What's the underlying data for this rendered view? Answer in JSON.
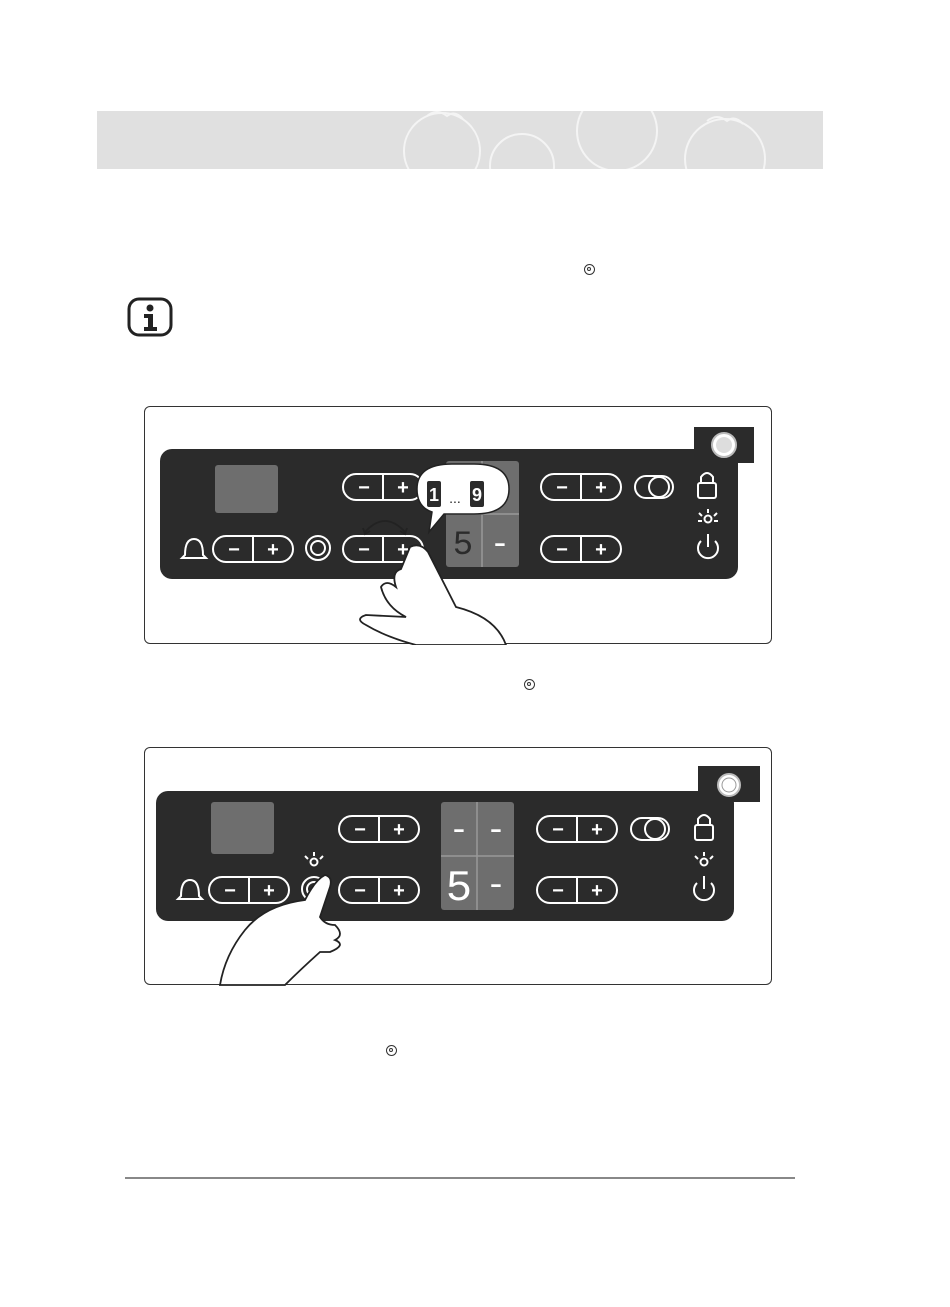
{
  "header": {
    "title": ""
  },
  "symbols": {
    "boost_symbol_1": "◎",
    "boost_symbol_2": "◎",
    "boost_symbol_3": "◎"
  },
  "icons": [
    "info-icon",
    "bell-icon",
    "boost-icon",
    "lock-icon",
    "power-icon",
    "light-indicator-icon",
    "toggle-icon",
    "pointing-hand-icon"
  ],
  "figure1": {
    "level_bubble": {
      "from": "1",
      "sep": "...",
      "to": "9"
    },
    "zone_display": {
      "top_left": "-",
      "top_right": "-",
      "bottom_left": "5",
      "bottom_right": "-"
    },
    "minus_label": "−",
    "plus_label": "+"
  },
  "figure2": {
    "zone_display": {
      "top_left": "-",
      "top_right": "-",
      "bottom_left": "5",
      "bottom_right": "-"
    },
    "minus_label": "−",
    "plus_label": "+"
  },
  "colors": {
    "panel": "#2b2b2b",
    "band": "#e0e0e0",
    "display": "#6e6e6e"
  }
}
